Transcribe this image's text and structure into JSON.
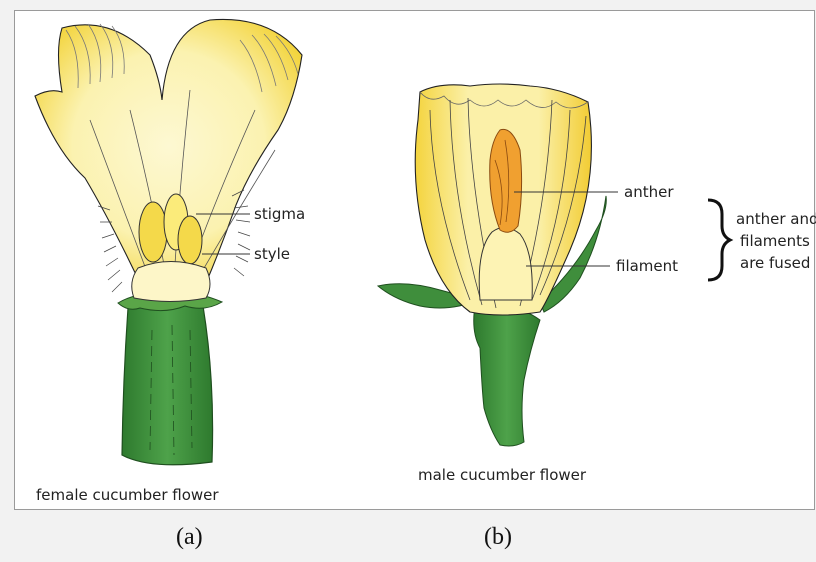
{
  "labels": {
    "stigma": "stigma",
    "style": "style",
    "anther": "anther",
    "filament": "filament",
    "note_line1": "anther and",
    "note_line2": "filaments",
    "note_line3": "are fused"
  },
  "captions": {
    "female": "female cucumber flower",
    "male": "male cucumber flower"
  },
  "subfigures": {
    "a": "(a)",
    "b": "(b)"
  },
  "colors": {
    "petal_light": "#fbf5c3",
    "petal_yellow": "#f4d94a",
    "anther_orange": "#f0a030",
    "stem_green": "#3f8e3c",
    "background": "#f2f2f2"
  }
}
